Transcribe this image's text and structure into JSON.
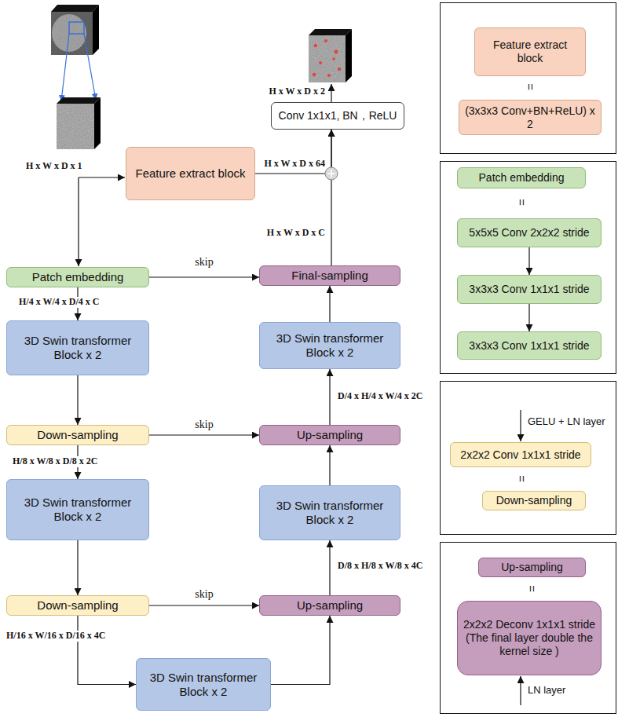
{
  "diagram": {
    "nodes": [
      {
        "text": [
          "Conv 1x1x1, BN，ReLU"
        ]
      },
      {
        "text": [
          "Feature extract block"
        ]
      },
      {
        "text": [
          "Patch embedding"
        ]
      },
      {
        "text": [
          "Final-sampling"
        ]
      },
      {
        "text": [
          "3D Swin transformer Block x 2"
        ]
      },
      {
        "text": [
          "3D Swin transformer Block x 2"
        ]
      },
      {
        "text": [
          "Down-sampling"
        ]
      },
      {
        "text": [
          "Up-sampling"
        ]
      },
      {
        "text": [
          "3D Swin transformer Block x 2"
        ]
      },
      {
        "text": [
          "3D Swin transformer Block x 2"
        ]
      },
      {
        "text": [
          "Down-sampling"
        ]
      },
      {
        "text": [
          "Up-sampling"
        ]
      },
      {
        "text": [
          "3D Swin transformer Block x 2"
        ]
      },
      {
        "text": [
          "Feature extract block"
        ]
      },
      {
        "text": [
          "(3x3x3 Conv+BN+ReLU) x 2"
        ]
      },
      {
        "text": [
          "Patch embedding"
        ]
      },
      {
        "text": [
          "5x5x5 Conv 2x2x2 stride"
        ]
      },
      {
        "text": [
          "3x3x3 Conv 1x1x1 stride"
        ]
      },
      {
        "text": [
          "3x3x3 Conv 1x1x1 stride"
        ]
      },
      {
        "text": [
          "2x2x2 Conv  1x1x1 stride"
        ]
      },
      {
        "text": [
          "Down-sampling"
        ]
      },
      {
        "text": [
          "Up-sampling"
        ]
      },
      {
        "text": [
          "2x2x2 Deconv 1x1x1 stride",
          "(The final layer double the kernel size )"
        ]
      }
    ],
    "edges": [
      {
        "from": 1,
        "to": 0,
        "arrow": "to"
      },
      {
        "from": 3,
        "to": 0,
        "arrow": "to"
      },
      {
        "from": 2,
        "to": 3,
        "arrow": "to"
      },
      {
        "from": 2,
        "to": 4,
        "arrow": "to"
      },
      {
        "from": 4,
        "to": 6,
        "arrow": "to"
      },
      {
        "from": 6,
        "to": 7,
        "arrow": "to"
      },
      {
        "from": 6,
        "to": 8,
        "arrow": "to"
      },
      {
        "from": 8,
        "to": 10,
        "arrow": "to"
      },
      {
        "from": 10,
        "to": 11,
        "arrow": "to"
      },
      {
        "from": 10,
        "to": 12,
        "arrow": "to"
      },
      {
        "from": 12,
        "to": 11,
        "arrow": "to"
      },
      {
        "from": 11,
        "to": 9,
        "arrow": "to"
      },
      {
        "from": 9,
        "to": 7,
        "arrow": "to"
      },
      {
        "from": 7,
        "to": 5,
        "arrow": "to"
      },
      {
        "from": 5,
        "to": 3,
        "arrow": "to"
      },
      {
        "from": 16,
        "to": 17,
        "arrow": "to"
      },
      {
        "from": 17,
        "to": 18,
        "arrow": "to"
      }
    ],
    "labels": [
      "H x W x D x 2",
      "H x W x D x 1",
      "H x W x D x 64",
      "H x W x D x C",
      "skip",
      "H/4 x W/4 x D/4 x C",
      "D/4 x H/4 x W/4 x 2C",
      "skip",
      "H/8 x W/8 x D/8 x 2C",
      "skip",
      "D/8 x H/8 x W/8 x 4C",
      "H/16 x W/16 x D/16 x 4C",
      "=",
      "=",
      "GELU + LN layer",
      "=",
      "=",
      "LN layer"
    ]
  }
}
